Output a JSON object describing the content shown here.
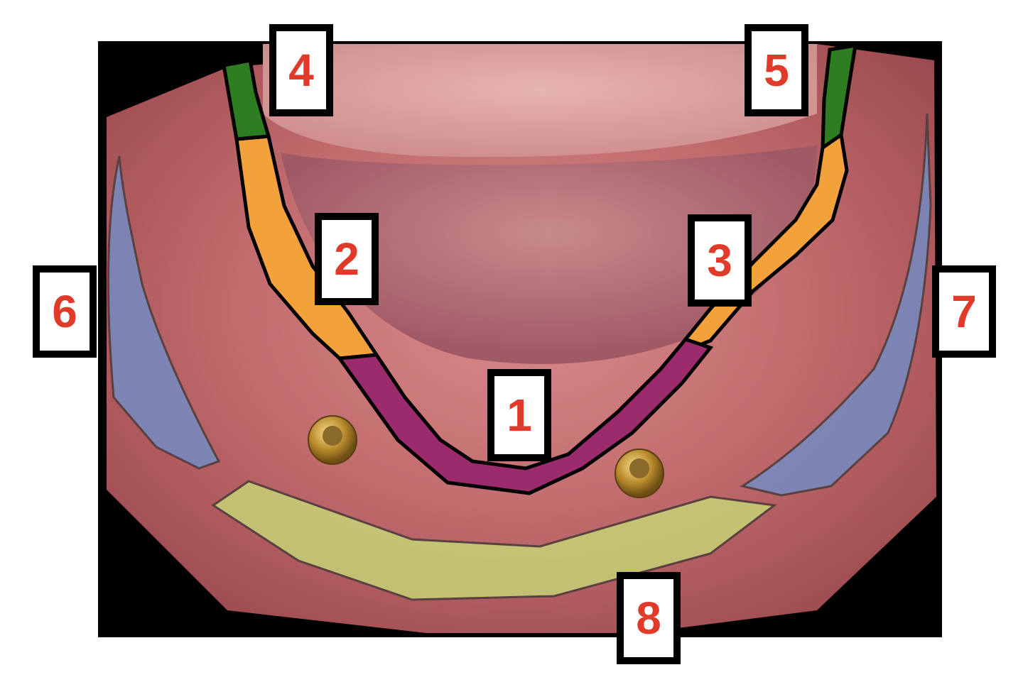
{
  "colors": {
    "label_text": "#e03a2a",
    "region_1": "#9c2b6e",
    "region_2_3": "#f3a23b",
    "region_4_5": "#2f7d22",
    "region_6_7": "#6f8fc9",
    "region_8": "#c8e27a",
    "background_frame": "#000000"
  },
  "labels": [
    {
      "id": "1",
      "text": "1"
    },
    {
      "id": "2",
      "text": "2"
    },
    {
      "id": "3",
      "text": "3"
    },
    {
      "id": "4",
      "text": "4"
    },
    {
      "id": "5",
      "text": "5"
    },
    {
      "id": "6",
      "text": "6"
    },
    {
      "id": "7",
      "text": "7"
    },
    {
      "id": "8",
      "text": "8"
    }
  ]
}
